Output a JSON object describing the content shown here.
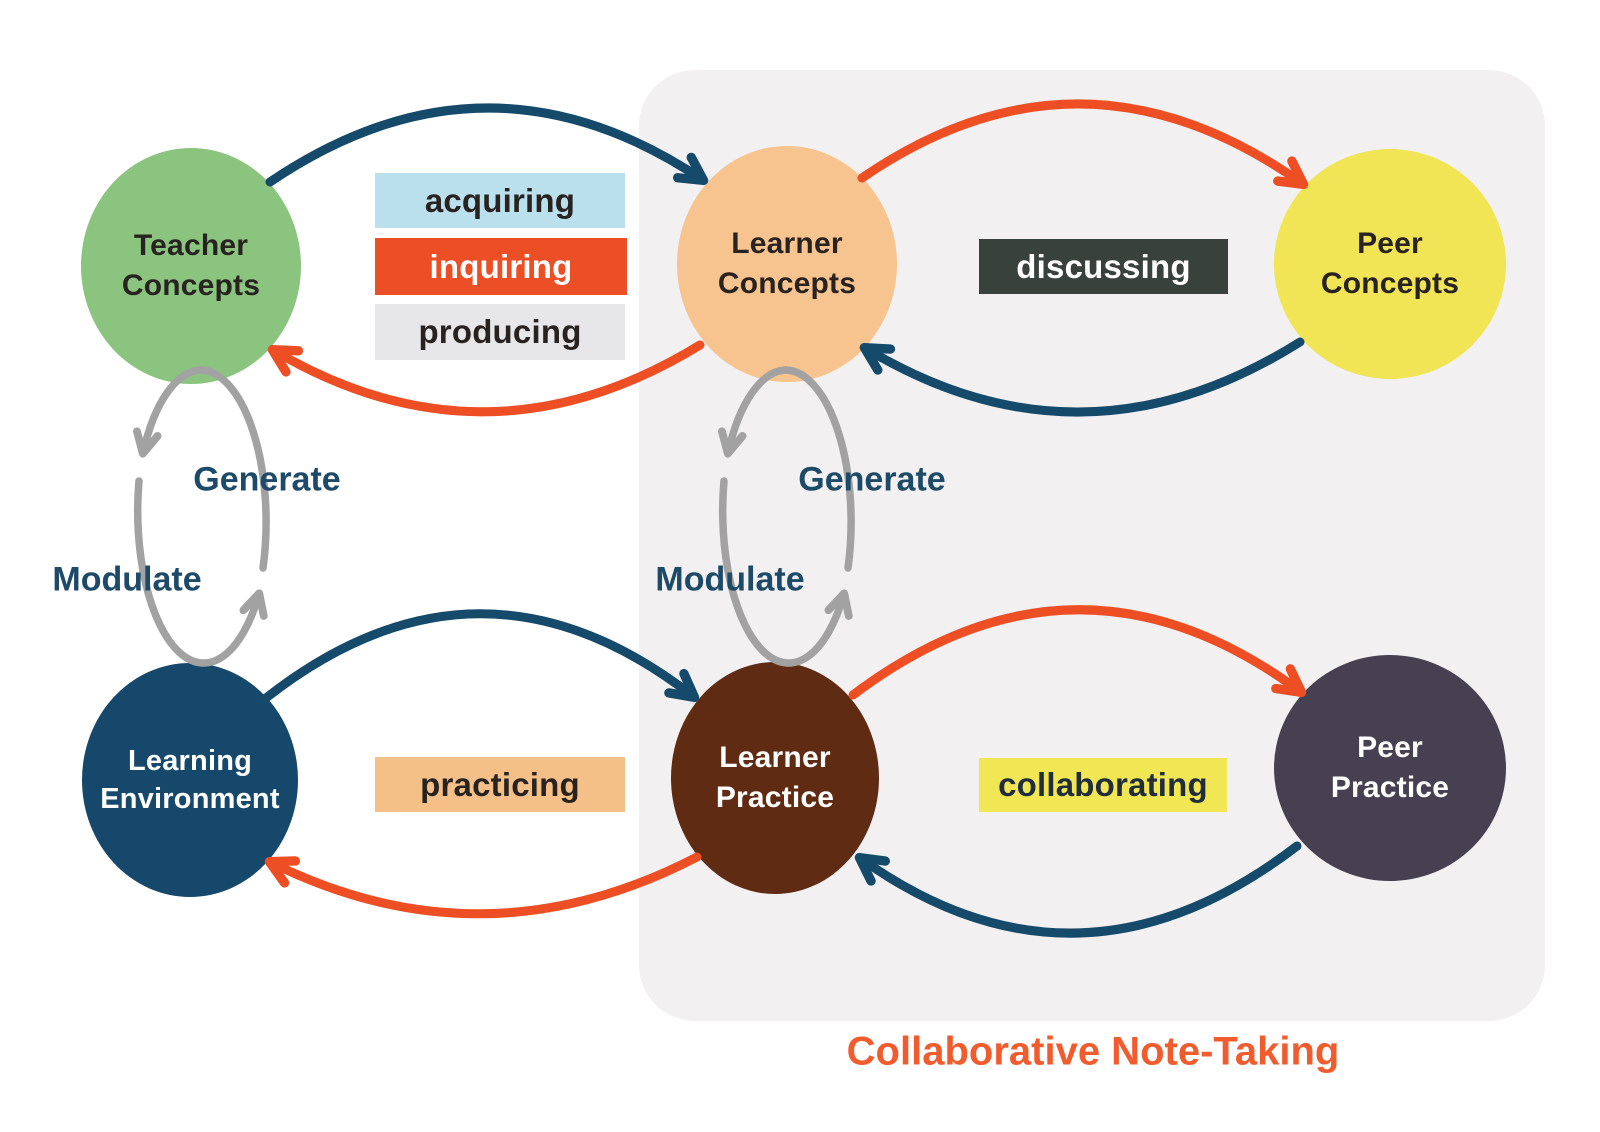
{
  "diagram": {
    "footer": "Collaborative Note-Taking"
  },
  "nodes": {
    "teacher_concepts": {
      "line1": "Teacher",
      "line2": "Concepts"
    },
    "learner_concepts": {
      "line1": "Learner",
      "line2": "Concepts"
    },
    "peer_concepts": {
      "line1": "Peer",
      "line2": "Concepts"
    },
    "learning_environment": {
      "line1": "Learning",
      "line2": "Environment"
    },
    "learner_practice": {
      "line1": "Learner",
      "line2": "Practice"
    },
    "peer_practice": {
      "line1": "Peer",
      "line2": "Practice"
    }
  },
  "edge_labels": {
    "acquiring": "acquiring",
    "inquiring": "inquiring",
    "producing": "producing",
    "discussing": "discussing",
    "practicing": "practicing",
    "collaborating": "collaborating"
  },
  "loop_labels": {
    "generate": "Generate",
    "modulate": "Modulate"
  },
  "colors": {
    "teacher_concepts_fill": "#8bc47f",
    "learner_concepts_fill": "#f7c38e",
    "peer_concepts_fill": "#f1e455",
    "learning_environment_fill": "#15486b",
    "learner_practice_fill": "#5f2b13",
    "peer_practice_fill": "#474050",
    "navy_arrow": "#154a6b",
    "orange_arrow": "#ee4e24",
    "gray_loop": "#a3a2a2",
    "panel_bg": "#f2f0f1",
    "acquiring_bg": "#badfed",
    "inquiring_bg": "#ec4f26",
    "producing_bg": "#e7e6e8",
    "discussing_bg": "#39413c",
    "practicing_bg": "#f5c088",
    "collaborating_bg": "#f1e654",
    "loop_label_text": "#1d4a68",
    "footer_text": "#f15c2e"
  }
}
